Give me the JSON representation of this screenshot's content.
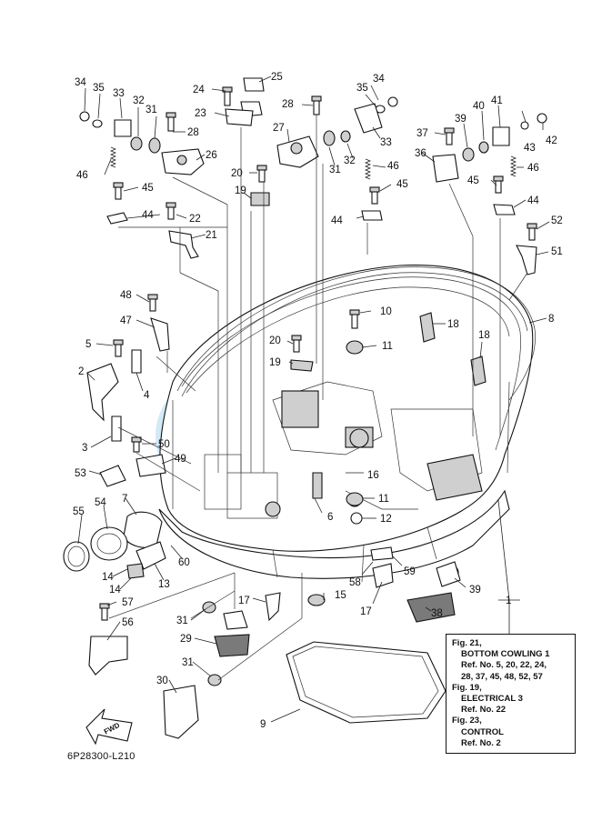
{
  "diagram_code": "6P28300-L210",
  "fwd_label": "FWD",
  "reference_box": {
    "lines": [
      {
        "text": "Fig. 21,",
        "indent": false
      },
      {
        "text": "BOTTOM COWLING 1",
        "indent": true
      },
      {
        "text": "Ref. No. 5, 20, 22, 24,",
        "indent": true
      },
      {
        "text": "28, 37, 45, 48, 52, 57",
        "indent": true
      },
      {
        "text": "Fig. 19,",
        "indent": false
      },
      {
        "text": "ELECTRICAL 3",
        "indent": true
      },
      {
        "text": "Ref. No. 22",
        "indent": true
      },
      {
        "text": "Fig. 23,",
        "indent": false
      },
      {
        "text": "CONTROL",
        "indent": true
      },
      {
        "text": "Ref. No. 2",
        "indent": true
      }
    ]
  },
  "callouts": [
    {
      "id": "c1",
      "label": "1"
    },
    {
      "id": "c2",
      "label": "2"
    },
    {
      "id": "c3",
      "label": "3"
    },
    {
      "id": "c4",
      "label": "4"
    },
    {
      "id": "c5",
      "label": "5"
    },
    {
      "id": "c6",
      "label": "6"
    },
    {
      "id": "c7",
      "label": "7"
    },
    {
      "id": "c8",
      "label": "8"
    },
    {
      "id": "c9",
      "label": "9"
    },
    {
      "id": "c10",
      "label": "10"
    },
    {
      "id": "c11a",
      "label": "11"
    },
    {
      "id": "c11b",
      "label": "11"
    },
    {
      "id": "c12",
      "label": "12"
    },
    {
      "id": "c13",
      "label": "13"
    },
    {
      "id": "c14a",
      "label": "14"
    },
    {
      "id": "c14b",
      "label": "14"
    },
    {
      "id": "c15",
      "label": "15"
    },
    {
      "id": "c16",
      "label": "16"
    },
    {
      "id": "c17a",
      "label": "17"
    },
    {
      "id": "c17b",
      "label": "17"
    },
    {
      "id": "c18a",
      "label": "18"
    },
    {
      "id": "c18b",
      "label": "18"
    },
    {
      "id": "c19a",
      "label": "19"
    },
    {
      "id": "c19b",
      "label": "19"
    },
    {
      "id": "c20a",
      "label": "20"
    },
    {
      "id": "c20b",
      "label": "20"
    },
    {
      "id": "c21",
      "label": "21"
    },
    {
      "id": "c22",
      "label": "22"
    },
    {
      "id": "c23",
      "label": "23"
    },
    {
      "id": "c24",
      "label": "24"
    },
    {
      "id": "c25",
      "label": "25"
    },
    {
      "id": "c26",
      "label": "26"
    },
    {
      "id": "c27",
      "label": "27"
    },
    {
      "id": "c28a",
      "label": "28"
    },
    {
      "id": "c28b",
      "label": "28"
    },
    {
      "id": "c29",
      "label": "29"
    },
    {
      "id": "c30",
      "label": "30"
    },
    {
      "id": "c31a",
      "label": "31"
    },
    {
      "id": "c31b",
      "label": "31"
    },
    {
      "id": "c31c",
      "label": "31"
    },
    {
      "id": "c31d",
      "label": "31"
    },
    {
      "id": "c32a",
      "label": "32"
    },
    {
      "id": "c32b",
      "label": "32"
    },
    {
      "id": "c33a",
      "label": "33"
    },
    {
      "id": "c33b",
      "label": "33"
    },
    {
      "id": "c34a",
      "label": "34"
    },
    {
      "id": "c34b",
      "label": "34"
    },
    {
      "id": "c35a",
      "label": "35"
    },
    {
      "id": "c35b",
      "label": "35"
    },
    {
      "id": "c36",
      "label": "36"
    },
    {
      "id": "c37",
      "label": "37"
    },
    {
      "id": "c38",
      "label": "38"
    },
    {
      "id": "c39a",
      "label": "39"
    },
    {
      "id": "c39b",
      "label": "39"
    },
    {
      "id": "c40",
      "label": "40"
    },
    {
      "id": "c41",
      "label": "41"
    },
    {
      "id": "c42",
      "label": "42"
    },
    {
      "id": "c43",
      "label": "43"
    },
    {
      "id": "c44a",
      "label": "44"
    },
    {
      "id": "c44b",
      "label": "44"
    },
    {
      "id": "c44c",
      "label": "44"
    },
    {
      "id": "c45a",
      "label": "45"
    },
    {
      "id": "c45b",
      "label": "45"
    },
    {
      "id": "c45c",
      "label": "45"
    },
    {
      "id": "c46a",
      "label": "46"
    },
    {
      "id": "c46b",
      "label": "46"
    },
    {
      "id": "c46c",
      "label": "46"
    },
    {
      "id": "c47",
      "label": "47"
    },
    {
      "id": "c48",
      "label": "48"
    },
    {
      "id": "c49",
      "label": "49"
    },
    {
      "id": "c50",
      "label": "50"
    },
    {
      "id": "c51",
      "label": "51"
    },
    {
      "id": "c52",
      "label": "52"
    },
    {
      "id": "c53",
      "label": "53"
    },
    {
      "id": "c54",
      "label": "54"
    },
    {
      "id": "c55",
      "label": "55"
    },
    {
      "id": "c56",
      "label": "56"
    },
    {
      "id": "c57",
      "label": "57"
    },
    {
      "id": "c58",
      "label": "58"
    },
    {
      "id": "c59",
      "label": "59"
    },
    {
      "id": "c60",
      "label": "60"
    }
  ],
  "colors": {
    "ink": "#111111",
    "watermark": "#9fd3ee"
  }
}
